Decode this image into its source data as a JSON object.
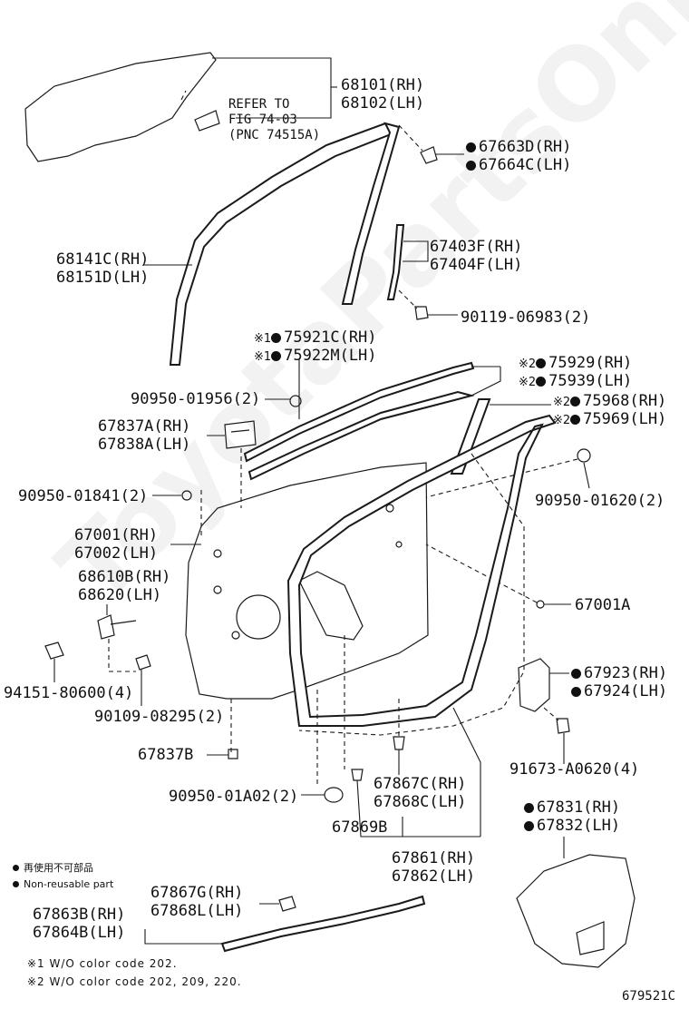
{
  "watermark": "ToyotaPartsOnline.ru",
  "reference": {
    "line1": "REFER TO",
    "line2": "FIG 74-03",
    "line3": "(PNC 74515A)"
  },
  "labels": {
    "glass_rh": "68101(RH)",
    "glass_lh": "68102(LH)",
    "run_front_rh": "68141C(RH)",
    "run_front_lh": "68151D(LH)",
    "cover_rh": "67663D(RH)",
    "cover_lh": "67664C(LH)",
    "sash_rh": "67403F(RH)",
    "sash_lh": "67404F(LH)",
    "bolt_top": "90119-06983(2)",
    "belt_out_rh": "75921C(RH)",
    "belt_out_lh": "75922M(LH)",
    "belt_in_rh": "75929(RH)",
    "belt_in_lh": "75939(LH)",
    "tape_rh": "75968(RH)",
    "tape_lh": "75969(LH)",
    "hole_plug_1": "90950-01956(2)",
    "hinge_rh": "67837A(RH)",
    "hinge_lh": "67838A(LH)",
    "hole_plug_2": "90950-01841(2)",
    "hole_plug_3": "90950-01620(2)",
    "panel_rh": "67001(RH)",
    "panel_lh": "67002(LH)",
    "check_rh": "68610B(RH)",
    "check_lh": "68620(LH)",
    "panel_a": "67001A",
    "nut": "94151-80600(4)",
    "bolt_mid": "90109-08295(2)",
    "guard_rh": "67923(RH)",
    "guard_lh": "67924(LH)",
    "screw": "91673-A0620(4)",
    "clip_b": "67837B",
    "plug_a02": "90950-01A02(2)",
    "clip_c_rh": "67867C(RH)",
    "clip_c_lh": "67868C(LH)",
    "seal_869b": "67869B",
    "service_rh": "67831(RH)",
    "service_lh": "67832(LH)",
    "weather_rh": "67861(RH)",
    "weather_lh": "67862(LH)",
    "clip_g_rh": "67867G(RH)",
    "clip_g_lh": "67868L(LH)",
    "strip_rh": "67863B(RH)",
    "strip_lh": "67864B(LH)"
  },
  "marks": {
    "note1": "※1",
    "note2": "※2"
  },
  "legend": {
    "jp": "再使用不可部品",
    "en": "Non-reusable part"
  },
  "notes": {
    "n1": "※1 W/O color code 202.",
    "n2": "※2 W/O color code 202, 209, 220."
  },
  "figure_id": "679521C"
}
